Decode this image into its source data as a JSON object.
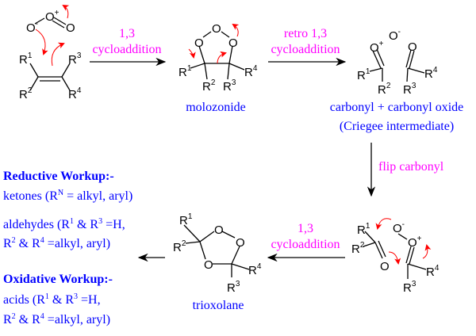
{
  "atoms": {
    "R": "R",
    "O": "O",
    "n1": "1",
    "n2": "2",
    "n3": "3",
    "n4": "4",
    "plus": "+",
    "minus": "-"
  },
  "steps": {
    "step1": {
      "line1": "1,3",
      "line2": "cycloaddition"
    },
    "step2": {
      "line1": "retro 1,3",
      "line2": "cycloaddition"
    },
    "step3": {
      "line1": "flip carbonyl"
    },
    "step4": {
      "line1": "1,3",
      "line2": "cycloaddition"
    }
  },
  "names": {
    "molozonide": "molozonide",
    "carbonyls": "carbonyl + carbonyl oxide",
    "criegee": "(Criegee intermediate)",
    "trioxolane": "trioxolane"
  },
  "workup": {
    "reductive_title": "Reductive Workup:-",
    "ketones": [
      "ketones (R",
      "N",
      " = alkyl, aryl)"
    ],
    "aldehydes_1": [
      "aldehydes (R",
      "1",
      " & R",
      "3",
      " =H,"
    ],
    "aldehydes_2": [
      "R",
      "2",
      " & R",
      "4",
      " =alkyl, aryl)"
    ],
    "oxidative_title": "Oxidative Workup:-",
    "acids_1": [
      "acids (R",
      "1",
      " & R",
      "3",
      " =H,"
    ],
    "acids_2": [
      "R",
      "2",
      " & R",
      "4",
      " =alkyl, aryl)"
    ]
  },
  "colors": {
    "reagent": "#ff00ff",
    "name": "#0000ff",
    "electron_arrow": "#ff0000"
  }
}
